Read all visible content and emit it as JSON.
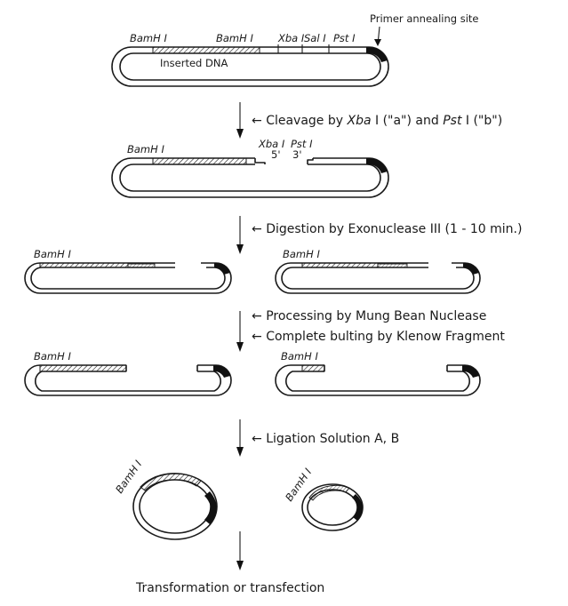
{
  "labels": {
    "bamhi_1": "BamH I",
    "bamhi_2": "BamH I",
    "xbai": "Xba I",
    "sali": "Sal I",
    "psti": "Pst I",
    "primer_site": "Primer annealing site",
    "inserted_dna": "Inserted DNA",
    "bamhi_row2": "BamH I",
    "xbai_row2": "Xba I",
    "psti_row2": "Pst I",
    "five_prime": "5'",
    "three_prime": "3'",
    "bamhi_row3_left": "BamH I",
    "bamhi_row3_right": "BamH I",
    "bamhi_row4_left": "BamH I",
    "bamhi_row4_right": "BamH I",
    "bamhi_circle_left": "BamH I",
    "bamhi_circle_right": "BamH I"
  },
  "steps": {
    "step1": {
      "pre": "Cleavage by ",
      "xba": "Xba",
      "mid": " I (\"a\") and ",
      "pst": "Pst",
      "post": " I (\"b\")"
    },
    "step2": "Digestion by Exonuclease III (1 - 10 min.)",
    "step3a": "Processing by Mung Bean Nuclease",
    "step3b": "Complete bulting by Klenow Fragment",
    "step4": "Ligation Solution A, B",
    "final": "Transformation or transfection"
  }
}
